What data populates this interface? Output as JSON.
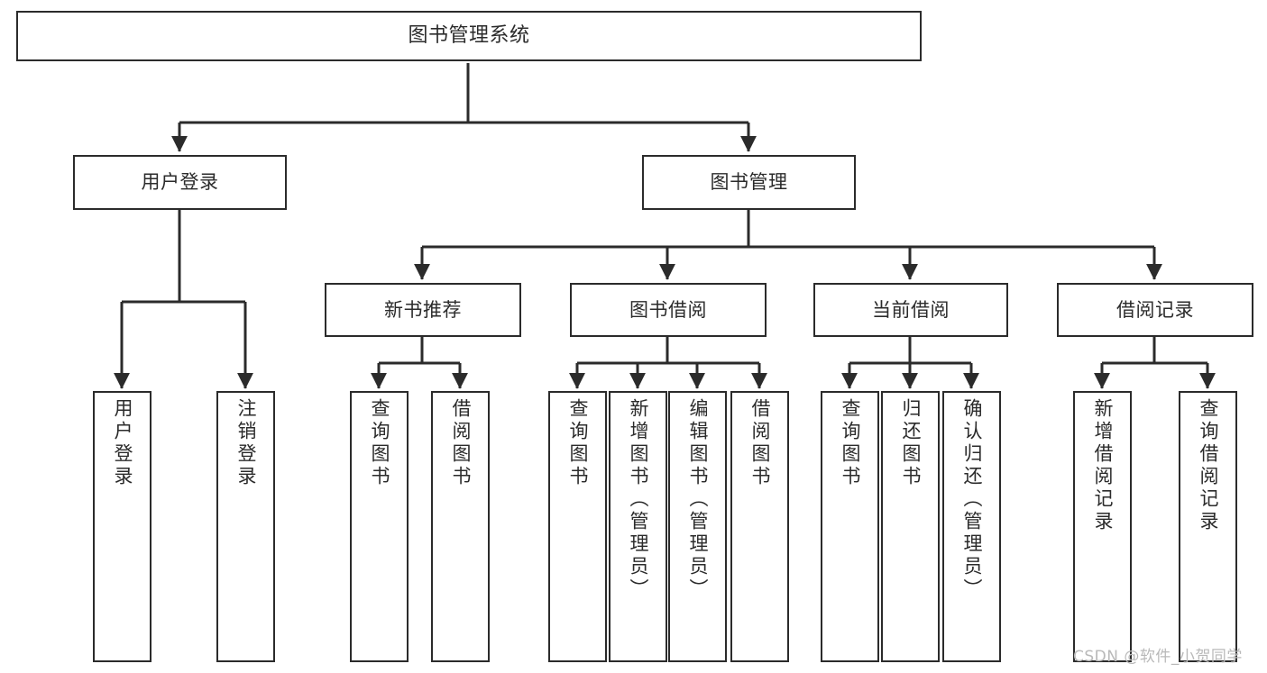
{
  "diagram": {
    "type": "tree",
    "title": "图书管理系统",
    "root": {
      "id": "root",
      "label": "图书管理系统"
    },
    "level1": [
      {
        "id": "user-login",
        "label": "用户登录"
      },
      {
        "id": "book-manage",
        "label": "图书管理"
      }
    ],
    "level2": [
      {
        "id": "new-book-rec",
        "label": "新书推荐",
        "parent": "book-manage"
      },
      {
        "id": "book-borrow",
        "label": "图书借阅",
        "parent": "book-manage"
      },
      {
        "id": "current-borrow",
        "label": "当前借阅",
        "parent": "book-manage"
      },
      {
        "id": "borrow-record",
        "label": "借阅记录",
        "parent": "book-manage"
      }
    ],
    "leaves": {
      "user_login": [
        {
          "id": "leaf-user-login",
          "label": "用户登录"
        },
        {
          "id": "leaf-logout",
          "label": "注销登录"
        }
      ],
      "new_book_rec": [
        {
          "id": "leaf-query-book-1",
          "label": "查询图书"
        },
        {
          "id": "leaf-borrow-book-1",
          "label": "借阅图书"
        }
      ],
      "book_borrow": [
        {
          "id": "leaf-query-book-2",
          "label": "查询图书"
        },
        {
          "id": "leaf-add-book",
          "label": "新增图书（管理员）"
        },
        {
          "id": "leaf-edit-book",
          "label": "编辑图书（管理员）"
        },
        {
          "id": "leaf-borrow-book-2",
          "label": "借阅图书"
        }
      ],
      "current_borrow": [
        {
          "id": "leaf-query-book-3",
          "label": "查询图书"
        },
        {
          "id": "leaf-return-book",
          "label": "归还图书"
        },
        {
          "id": "leaf-confirm-return",
          "label": "确认归还（管理员）"
        }
      ],
      "borrow_record": [
        {
          "id": "leaf-add-record",
          "label": "新增借阅记录"
        },
        {
          "id": "leaf-query-record",
          "label": "查询借阅记录"
        }
      ]
    },
    "colors": {
      "stroke": "#2b2b2b",
      "background": "#ffffff",
      "text": "#2b2b2b",
      "watermark": "#b9b9b9"
    }
  },
  "watermark": {
    "text": "CSDN @软件_小贺同学"
  }
}
